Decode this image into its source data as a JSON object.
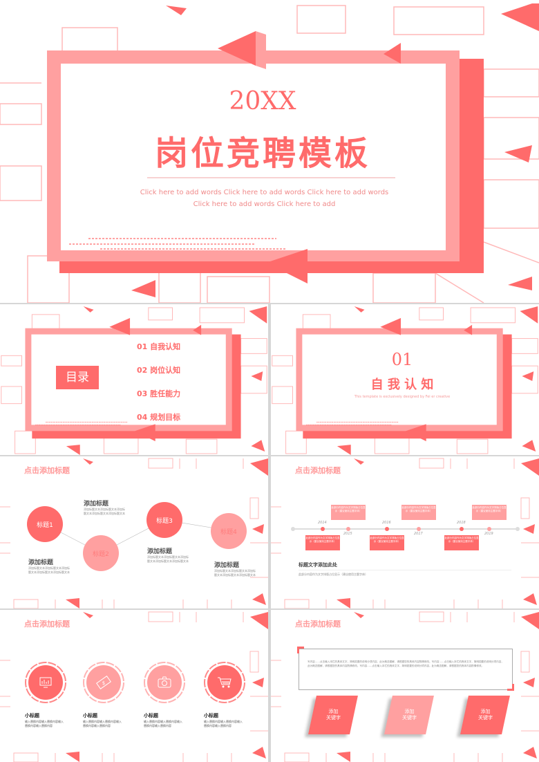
{
  "colors": {
    "primary": "#ff6b6b",
    "light": "#ffa0a0",
    "lines": "#ffb8b8"
  },
  "cover": {
    "year": "20XX",
    "title": "岗位竞聘模板",
    "subtitle_line1": "Click here to add words Click here to add words Click here to add words",
    "subtitle_line2": "Click here to add words Click here to add"
  },
  "contents": {
    "heading": "目录",
    "items": [
      "01 自我认知",
      "02 岗位认知",
      "03 胜任能力",
      "04 规划目标"
    ]
  },
  "section": {
    "number": "01",
    "title": "自 我 认 知",
    "caption": "This template is exclusively designed by Fei er creative"
  },
  "flow": {
    "title": "点击添加标题",
    "circles": [
      "标题1",
      "标题2",
      "标题3",
      "标题4"
    ],
    "blocks": [
      {
        "heading": "添加标题",
        "text": "添加标题文本添加标题文本添加标题文本添加标题文本添加标题文本"
      },
      {
        "heading": "添加标题",
        "text": "添加标题文本添加标题文本添加标题文本添加标题文本添加标题文本"
      },
      {
        "heading": "添加标题",
        "text": "添加标题文本添加标题文本添加标题文本添加标题文本添加标题文本"
      },
      {
        "heading": "添加标题",
        "text": "添加标题文本添加标题文本添加标题文本添加标题文本添加标题文本"
      }
    ]
  },
  "timeline": {
    "title": "点击添加标题",
    "years": [
      "2014",
      "2015",
      "2016",
      "2017",
      "2018",
      "2019"
    ],
    "card_text": "此部分内容作为文字排版占位显示（建议使用主题字体）",
    "subheading": "标题文字添加此处",
    "subtext": "此部分内容作为文字排版占位显示（建议使用主题字体）"
  },
  "icons": {
    "title": "点击添加标题",
    "items": [
      {
        "icon": "monitor-chart-icon",
        "label": "小标题",
        "text": "输入替换内容输入替换内容输入替换内容输入替换内容"
      },
      {
        "icon": "money-icon",
        "label": "小标题",
        "text": "输入替换内容输入替换内容输入替换内容输入替换内容"
      },
      {
        "icon": "camera-icon",
        "label": "小标题",
        "text": "输入替换内容输入替换内容输入替换内容输入替换内容"
      },
      {
        "icon": "cart-icon",
        "label": "小标题",
        "text": "输入替换内容输入替换内容输入替换内容输入替换内容"
      }
    ]
  },
  "keywords": {
    "title": "点击添加标题",
    "body": "写内容……点击输入本栏的具体文字，简明扼要的说明分项内容，此为概念图解，请根据您的具体内容酌情修改。写内容……点击输入本栏的具体文字，简明扼要的说明分项内容，此为概念图解，请根据您的具体内容酌情修改。写内容……点击输入本栏的具体文字，简明扼要的说明分项内容，此为概念图解，请根据您的具体内容酌情修改。",
    "cards": [
      "添加\n关键字",
      "添加\n关键字",
      "添加\n关键字"
    ]
  }
}
